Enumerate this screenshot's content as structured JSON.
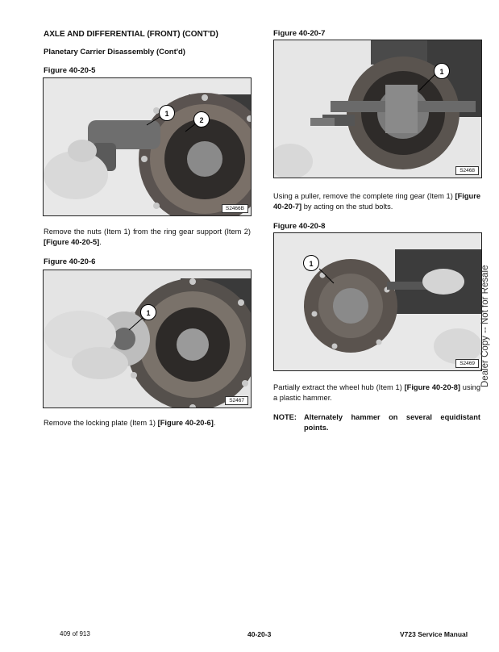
{
  "header": {
    "section_title": "AXLE AND DIFFERENTIAL (FRONT) (CONT'D)",
    "subsection_title": "Planetary Carrier Disassembly (Cont'd)"
  },
  "figures": {
    "f5": {
      "label": "Figure 40-20-5",
      "code": "S2466B",
      "callouts": [
        "1",
        "2"
      ]
    },
    "f6": {
      "label": "Figure 40-20-6",
      "code": "S2467",
      "callouts": [
        "1"
      ]
    },
    "f7": {
      "label": "Figure 40-20-7",
      "code": "S2468",
      "callouts": [
        "1"
      ]
    },
    "f8": {
      "label": "Figure 40-20-8",
      "code": "S2469",
      "callouts": [
        "1"
      ]
    }
  },
  "paragraphs": {
    "p1": {
      "text": "Remove the nuts (Item 1) from the ring gear support (Item 2) ",
      "ref": "[Figure 40-20-5]",
      "end": "."
    },
    "p2": {
      "text": "Remove the locking plate (Item 1) ",
      "ref": "[Figure 40-20-6]",
      "end": "."
    },
    "p3": {
      "text": "Using a puller, remove the complete ring gear (Item 1) ",
      "ref": "[Figure 40-20-7]",
      "end": " by acting on the stud bolts."
    },
    "p4": {
      "text": "Partially extract the wheel hub (Item 1) ",
      "ref": "[Figure 40-20-8]",
      "end": " using a plastic hammer."
    }
  },
  "note": {
    "label": "NOTE:",
    "text": "Alternately hammer on several equidistant points."
  },
  "side_text": "Dealer Copy -- Not for Resale",
  "footer": {
    "page_count": "409 of 913",
    "page_number": "40-20-3",
    "manual": "V723 Service Manual"
  }
}
